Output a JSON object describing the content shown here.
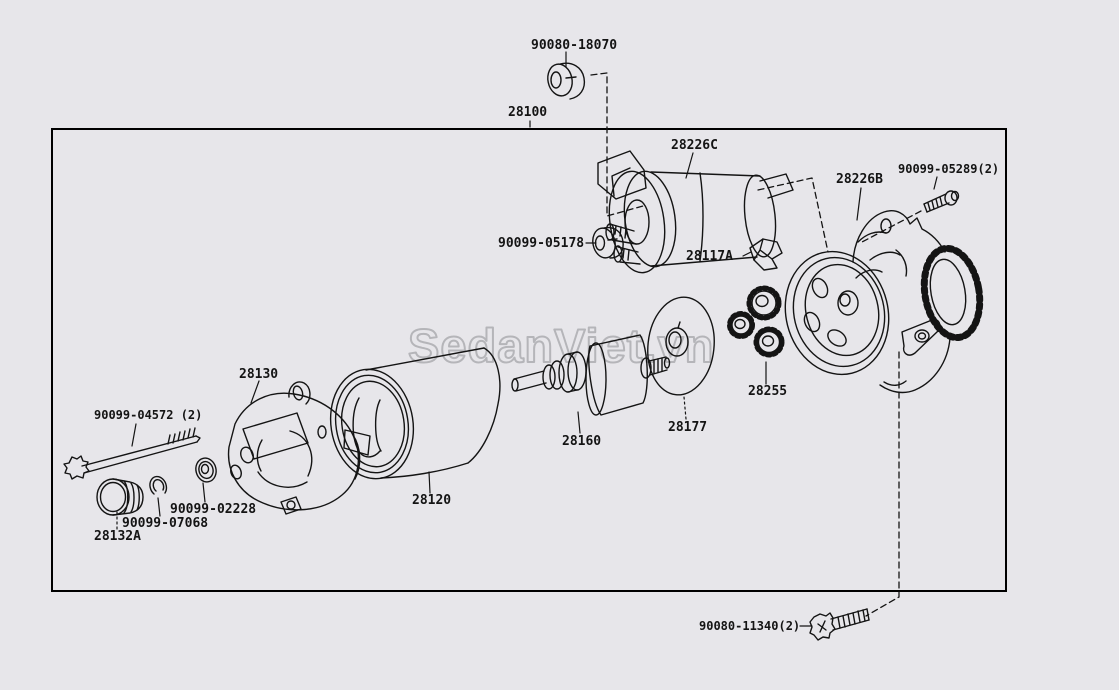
{
  "page": {
    "background_color": "#e7e6ea",
    "line_color": "#141414",
    "border_color": "#000000"
  },
  "watermark": {
    "text": "SedanViet.vn",
    "color": "#b5b5b9"
  },
  "diagram": {
    "type": "exploded-parts-diagram",
    "assembly_part_number": "28100",
    "description": "Starter motor assembly exploded view with part number callouts"
  },
  "labels": {
    "nut_top": "90080-18070",
    "assembly": "28100",
    "solenoid": "28226C",
    "drive_housing": "28226B",
    "bolt_small": "90099-05289(2)",
    "nut_solenoid": "90099-05178",
    "brush_holder": "28117A",
    "end_frame": "28130",
    "through_bolt": "90099-04572 (2)",
    "bearing_cap": "28132A",
    "snap_ring": "90099-07068",
    "washer": "90099-02228",
    "yoke": "28120",
    "armature": "28160",
    "plate": "28177",
    "planetary_gears": "28255",
    "mount_bolt": "90080-11340(2)"
  }
}
